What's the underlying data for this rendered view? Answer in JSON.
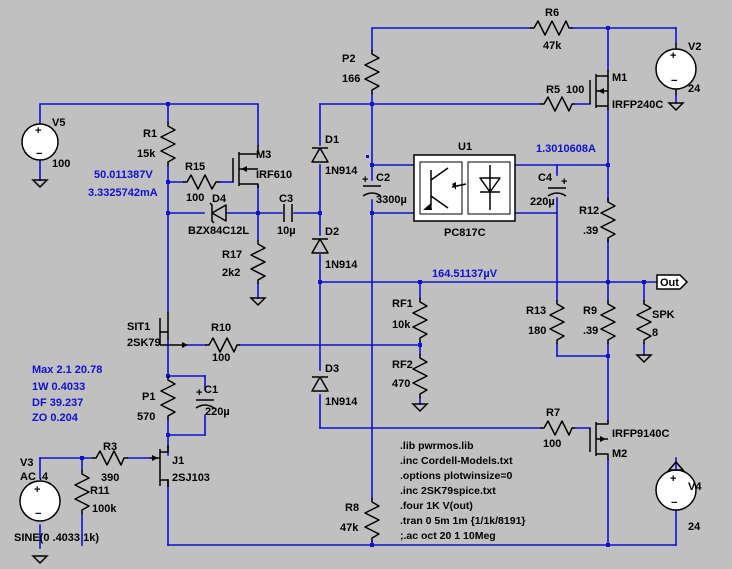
{
  "components": {
    "V5": {
      "name": "V5",
      "value": "100"
    },
    "V2": {
      "name": "V2",
      "value": "24"
    },
    "V3": {
      "name": "V3",
      "value": "AC .4",
      "source": "SINE(0 .4033 1k)"
    },
    "V4": {
      "name": "V4",
      "value": "24"
    },
    "R1": {
      "name": "R1",
      "value": "15k"
    },
    "R15": {
      "name": "R15",
      "value": "100"
    },
    "M3": {
      "name": "M3",
      "value": "IRF610"
    },
    "D4": {
      "name": "D4",
      "value": "BZX84C12L"
    },
    "C3": {
      "name": "C3",
      "value": "10µ"
    },
    "R17": {
      "name": "R17",
      "value": "2k2"
    },
    "P2": {
      "name": "P2",
      "value": "166"
    },
    "R6": {
      "name": "R6",
      "value": "47k"
    },
    "R5": {
      "name": "R5",
      "value": "100"
    },
    "M1": {
      "name": "M1",
      "value": "IRFP240C"
    },
    "D1": {
      "name": "D1",
      "value": "1N914"
    },
    "D2": {
      "name": "D2",
      "value": "1N914"
    },
    "D3": {
      "name": "D3",
      "value": "1N914"
    },
    "C2": {
      "name": "C2",
      "value": "3300µ"
    },
    "U1": {
      "name": "U1",
      "value": "PC817C"
    },
    "C4": {
      "name": "C4",
      "value": "220µ"
    },
    "R12": {
      "name": "R12",
      "value": ".39"
    },
    "R13": {
      "name": "R13",
      "value": "180"
    },
    "R9": {
      "name": "R9",
      "value": ".39"
    },
    "SPK": {
      "name": "SPK",
      "value": "8"
    },
    "RF1": {
      "name": "RF1",
      "value": "10k"
    },
    "RF2": {
      "name": "RF2",
      "value": "470"
    },
    "SIT1": {
      "name": "SIT1",
      "value": "2SK79"
    },
    "R10": {
      "name": "R10",
      "value": "100"
    },
    "P1": {
      "name": "P1",
      "value": "570"
    },
    "C1": {
      "name": "C1",
      "value": "220µ"
    },
    "R3": {
      "name": "R3",
      "value": "390"
    },
    "R11": {
      "name": "R11",
      "value": "100k"
    },
    "J1": {
      "name": "J1",
      "value": "2SJ103"
    },
    "R7": {
      "name": "R7",
      "value": "100"
    },
    "M2": {
      "name": "M2",
      "value": "IRFP9140C"
    },
    "R8": {
      "name": "R8",
      "value": "47k"
    }
  },
  "readouts": {
    "v_node": "50.011387V",
    "i_node": "3.3325742mA",
    "i_m1": "1.3010608A",
    "v_out": "164.51137µV"
  },
  "stats": [
    "Max 2.1 20.78",
    "1W 0.4033",
    "DF  39.237",
    "ZO  0.204"
  ],
  "output_port": "Out",
  "directives": [
    ".lib pwrmos.lib",
    ".inc Cordell-Models.txt",
    ".options plotwinsize=0",
    ".inc 2SK79spice.txt",
    ".four 1K V(out)",
    ".tran 0 5m 1m {1/1k/8191}",
    ";.ac oct 20 1 10Meg"
  ],
  "colors": {
    "background": "#c0c0c0",
    "wire": "#1010d0",
    "symbol": "#000000",
    "annotation": "#1010d0"
  }
}
